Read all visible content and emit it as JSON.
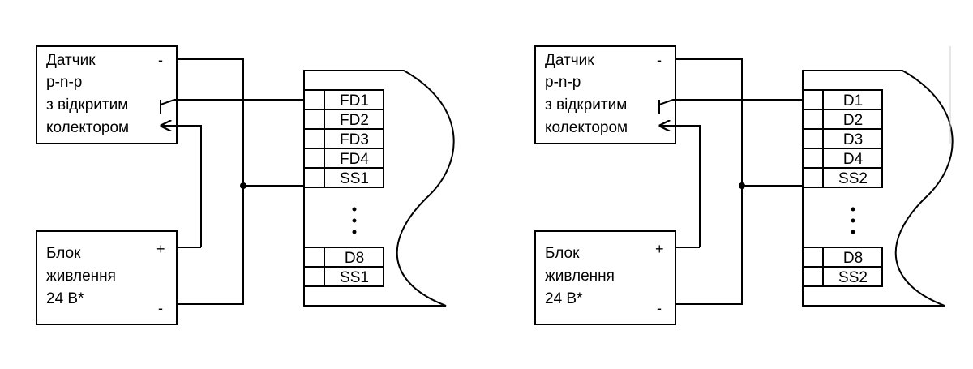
{
  "diagrams": [
    {
      "sensor_lines": [
        "Датчик",
        "p-n-p",
        "з відкритим",
        "колектором"
      ],
      "sensor_minus": "-",
      "psu_lines": [
        "Блок",
        "живлення",
        "24 В*"
      ],
      "psu_plus": "+",
      "psu_minus": "-",
      "terminals_top": [
        "FD1",
        "FD2",
        "FD3",
        "FD4",
        "SS1"
      ],
      "terminals_bottom": [
        "D8",
        "SS1"
      ]
    },
    {
      "sensor_lines": [
        "Датчик",
        "p-n-p",
        "з відкритим",
        "колектором"
      ],
      "sensor_minus": "-",
      "psu_lines": [
        "Блок",
        "живлення",
        "24 В*"
      ],
      "psu_plus": "+",
      "psu_minus": "-",
      "terminals_top": [
        "D1",
        "D2",
        "D3",
        "D4",
        "SS2"
      ],
      "terminals_bottom": [
        "D8",
        "SS2"
      ]
    }
  ]
}
